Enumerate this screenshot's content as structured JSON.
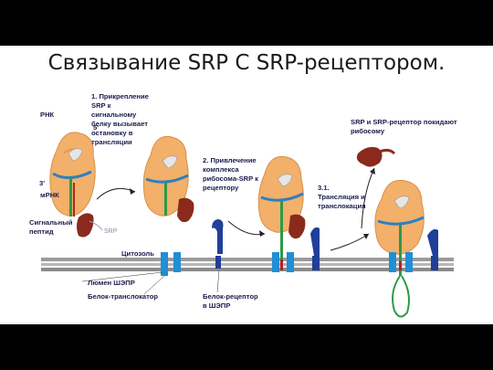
{
  "title": "Связывание SRP С SRP-рецептором.",
  "labels": {
    "rna": "РНК",
    "five_prime": "5'",
    "three_prime": "3'",
    "mrna": "мРНК",
    "signal_peptide_line1": "Сигнальный",
    "signal_peptide_line2": "пептид",
    "srp": "SRP",
    "step1_lines": [
      "1. Прикрепление",
      "SRP к",
      "сигнальному",
      "белку вызывает",
      "остановку в",
      "трансляции"
    ],
    "step2_lines": [
      "2. Привлечение",
      "комплекса",
      "рибосома-SRP к",
      "рецептору"
    ],
    "step3_lines": [
      "3.1.",
      "Трансляция и",
      "транслокация"
    ],
    "leave_lines": [
      "SRP и SRP-рецептор покидают",
      "рибосому"
    ],
    "cytosol": "Цитозоль",
    "er_lumen": "Люмен ШЭПР",
    "translocator": "Белок-транслокатор",
    "receptor_lines": [
      "Белок-рецептор",
      "в ШЭПР"
    ]
  },
  "colors": {
    "ribosome": "#f2b06a",
    "ribosome_dark": "#d98f45",
    "mrna": "#2f7fc1",
    "srp": "#8b2a1c",
    "receptor": "#1f3f98",
    "translocator": "#1f8fd6",
    "membrane": "#8c8c8c",
    "peptide_green": "#2c9a4a",
    "peptide_red": "#b22222"
  }
}
